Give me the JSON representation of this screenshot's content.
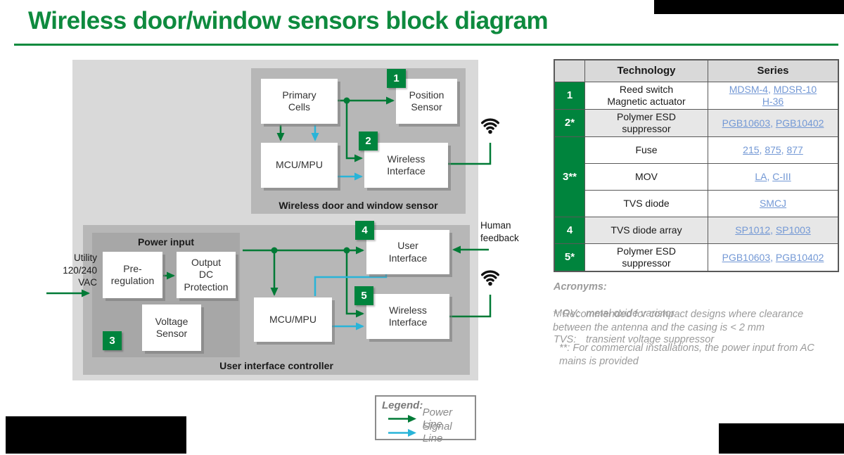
{
  "title": "Wireless door/window sensors block diagram",
  "colors": {
    "title_green": "#0e8a3e",
    "badge_green": "#00843d",
    "power_line_green": "#007a36",
    "signal_line_cyan": "#29b4d8",
    "link_blue": "#7398d5",
    "outer_gray": "#d9d9d9",
    "section_gray": "#b7b7b7",
    "power_box_gray": "#a7a7a7",
    "row_shade": "#e7e7e7"
  },
  "diagram": {
    "sections": {
      "sensor": "Wireless door and window sensor",
      "uic": "User interface controller",
      "power": "Power input"
    },
    "blocks": {
      "primary_cells": "Primary\nCells",
      "mcu_top": "MCU/MPU",
      "position_sensor": "Position\nSensor",
      "wireless_top": "Wireless\nInterface",
      "pre_regulation": "Pre-\nregulation",
      "output_dc": "Output\nDC\nProtection",
      "voltage_sensor": "Voltage\nSensor",
      "mcu_bottom": "MCU/MPU",
      "user_interface": "User\nInterface",
      "wireless_bottom": "Wireless\nInterface"
    },
    "badges": {
      "b1": "1",
      "b2": "2",
      "b3": "3",
      "b4": "4",
      "b5": "5"
    },
    "labels": {
      "utility": "Utility\n120/240\nVAC",
      "human_feedback": "Human\nfeedback"
    }
  },
  "table": {
    "headers": {
      "technology": "Technology",
      "series": "Series"
    },
    "groups": [
      {
        "num": "1",
        "rows": [
          {
            "shaded": false,
            "tech": "Reed switch\nMagnetic actuator",
            "series": [
              [
                "MDSM-4",
                "MDSR-10"
              ],
              [
                "H-36"
              ]
            ]
          }
        ]
      },
      {
        "num": "2*",
        "rows": [
          {
            "shaded": true,
            "tech": "Polymer ESD\nsuppressor",
            "series": [
              [
                "PGB10603",
                "PGB10402"
              ]
            ]
          }
        ]
      },
      {
        "num": "3**",
        "rows": [
          {
            "shaded": false,
            "tech": "Fuse",
            "series": [
              [
                "215",
                "875",
                "877"
              ]
            ]
          },
          {
            "shaded": false,
            "tech": "MOV",
            "series": [
              [
                "LA",
                "C-III"
              ]
            ]
          },
          {
            "shaded": false,
            "tech": "TVS diode",
            "series": [
              [
                "SMCJ"
              ]
            ]
          }
        ]
      },
      {
        "num": "4",
        "rows": [
          {
            "shaded": true,
            "tech": "TVS diode array",
            "series": [
              [
                "SP1012",
                "SP1003"
              ]
            ]
          }
        ]
      },
      {
        "num": "5*",
        "rows": [
          {
            "shaded": false,
            "tech": "Polymer ESD\nsuppressor",
            "series": [
              [
                "PGB10603",
                "PGB10402"
              ]
            ]
          }
        ]
      }
    ]
  },
  "acronyms": {
    "title": "Acronyms:",
    "items": [
      {
        "term": "MOV:",
        "def": "metal oxide varistor"
      },
      {
        "term": "TVS:",
        "def": "transient voltage suppressor"
      }
    ]
  },
  "notes": [
    "*: Recommended for compact designs where clearance\nbetween the antenna and the casing is < 2 mm",
    "**: For commercial installations, the power input from AC\nmains is provided"
  ],
  "legend": {
    "title": "Legend:",
    "items": [
      {
        "label": "Power Line"
      },
      {
        "label": "Signal Line"
      }
    ]
  }
}
